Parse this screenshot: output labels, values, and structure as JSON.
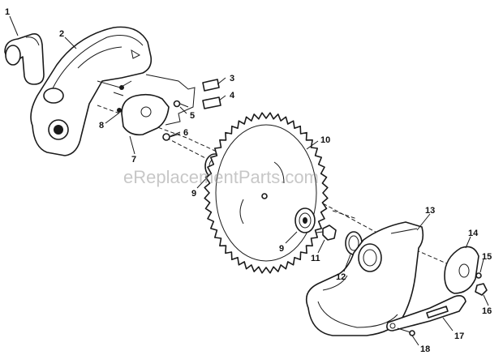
{
  "watermark": "eReplacementParts.com",
  "callouts": [
    "1",
    "2",
    "3",
    "4",
    "5",
    "6",
    "7",
    "8",
    "9",
    "10",
    "9",
    "11",
    "12",
    "13",
    "14",
    "15",
    "16",
    "17",
    "18"
  ]
}
